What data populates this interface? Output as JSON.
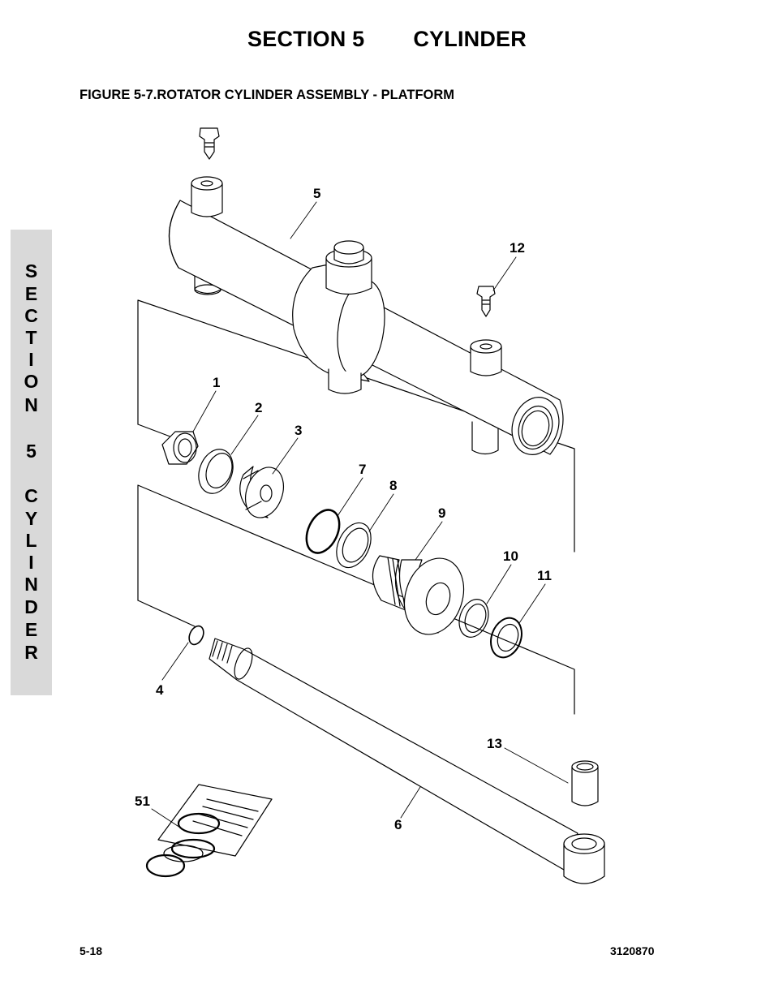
{
  "header": {
    "section": "SECTION 5",
    "title": "CYLINDER"
  },
  "figure_title": "FIGURE 5-7.ROTATOR CYLINDER ASSEMBLY - PLATFORM",
  "side_tab": {
    "chars": [
      "S",
      "E",
      "C",
      "T",
      "I",
      "O",
      "N",
      "5",
      "C",
      "Y",
      "L",
      "I",
      "N",
      "D",
      "E",
      "R"
    ]
  },
  "callouts": {
    "c1": "1",
    "c2": "2",
    "c3": "3",
    "c4": "4",
    "c5": "5",
    "c6": "6",
    "c7": "7",
    "c8": "8",
    "c9": "9",
    "c10": "10",
    "c11": "11",
    "c12": "12",
    "c13": "13",
    "c51": "51"
  },
  "footer": {
    "page": "5-18",
    "doc_number": "3120870"
  }
}
